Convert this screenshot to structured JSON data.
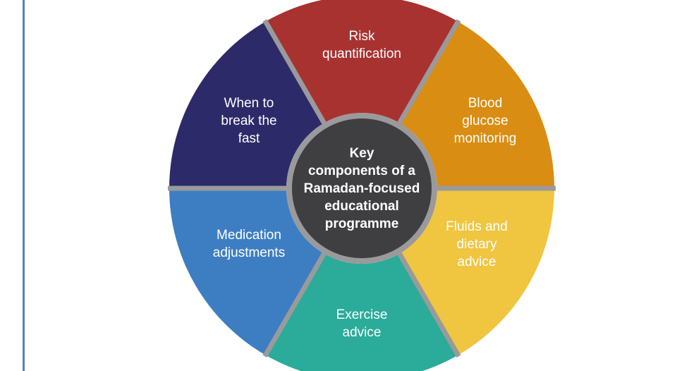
{
  "hub": {
    "lines": [
      "Key",
      "components of a",
      "Ramadan-focused",
      "educational",
      "programme"
    ],
    "color": "#3f3f41"
  },
  "segments": [
    {
      "id": "risk",
      "lines": [
        "Risk",
        "quantification"
      ],
      "color": "#a83230"
    },
    {
      "id": "blood",
      "lines": [
        "Blood",
        "glucose",
        "monitoring"
      ],
      "color": "#da8d13"
    },
    {
      "id": "fluids",
      "lines": [
        "Fluids and",
        "dietary",
        "advice"
      ],
      "color": "#f0c53f"
    },
    {
      "id": "exercise",
      "lines": [
        "Exercise",
        "advice"
      ],
      "color": "#2bab9a"
    },
    {
      "id": "medication",
      "lines": [
        "Medication",
        "adjustments"
      ],
      "color": "#3d7ec3"
    },
    {
      "id": "fast",
      "lines": [
        "When to",
        "break the",
        "fast"
      ],
      "color": "#2c2a68"
    }
  ],
  "divider_color": "#9a9a9c"
}
